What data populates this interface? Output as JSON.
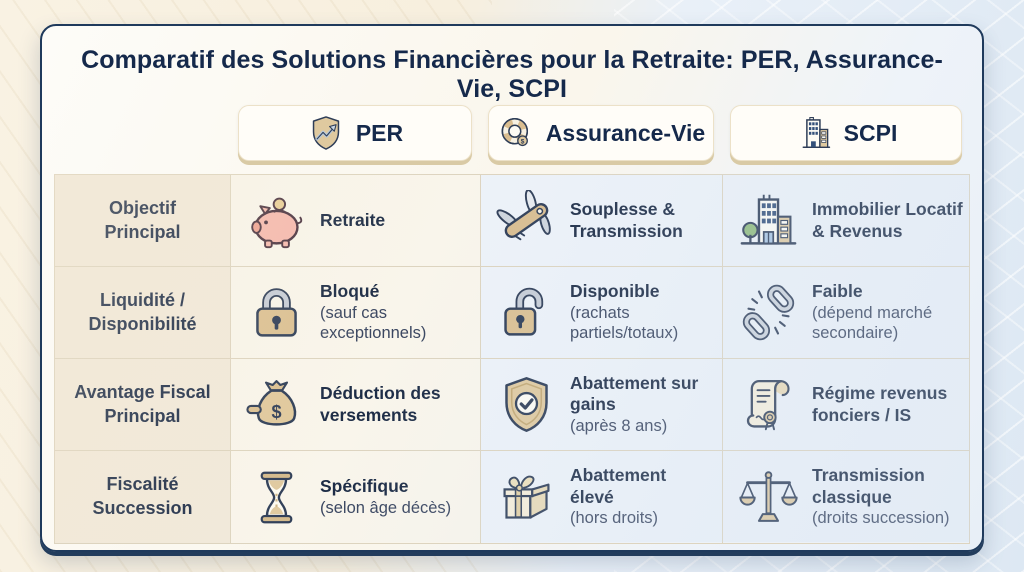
{
  "title": "Comparatif des Solutions Financières pour la Retraite: PER, Assurance-Vie, SCPI",
  "columns": [
    {
      "label": "PER",
      "icon": "shield-growth-icon"
    },
    {
      "label": "Assurance-Vie",
      "icon": "lifebuoy-icon"
    },
    {
      "label": "SCPI",
      "icon": "building-icon"
    }
  ],
  "table": {
    "rows": [
      {
        "label": "Objectif\nPrincipal",
        "cells": [
          {
            "icon": "piggy-bank-icon",
            "title": "Retraite",
            "subtitle": ""
          },
          {
            "icon": "swiss-army-knife-icon",
            "title": "Souplesse &\nTransmission",
            "subtitle": ""
          },
          {
            "icon": "buildings-tree-icon",
            "title": "Immobilier Locatif\n& Revenus",
            "subtitle": ""
          }
        ]
      },
      {
        "label": "Liquidité /\nDisponibilité",
        "cells": [
          {
            "icon": "padlock-closed-icon",
            "title": "Bloqué",
            "subtitle": "(sauf cas\nexceptionnels)"
          },
          {
            "icon": "padlock-open-icon",
            "title": "Disponible",
            "subtitle": "(rachats\npartiels/totaux)"
          },
          {
            "icon": "broken-chain-icon",
            "title": "Faible",
            "subtitle": "(dépend marché\nsecondaire)"
          }
        ]
      },
      {
        "label": "Avantage Fiscal\nPrincipal",
        "cells": [
          {
            "icon": "money-bag-icon",
            "title": "Déduction des\nversements",
            "subtitle": ""
          },
          {
            "icon": "shield-check-icon",
            "title": "Abattement sur\ngains",
            "subtitle": "(après 8 ans)"
          },
          {
            "icon": "scroll-seal-icon",
            "title": "Régime revenus\nfonciers / IS",
            "subtitle": ""
          }
        ]
      },
      {
        "label": "Fiscalité\nSuccession",
        "cells": [
          {
            "icon": "hourglass-icon",
            "title": "Spécifique",
            "subtitle": "(selon âge décès)"
          },
          {
            "icon": "gift-box-icon",
            "title": "Abattement\nélevé",
            "subtitle": "(hors droits)"
          },
          {
            "icon": "scales-icon",
            "title": "Transmission\nclassique",
            "subtitle": "(droits succession)"
          }
        ]
      }
    ]
  },
  "colors": {
    "title_navy": "#15294b",
    "card_border": "#1f3a5c",
    "tan_accent": "#d9bd90",
    "label_cell_bg": "#f1e9da",
    "per_col_bg": "#f9f5eb",
    "av_col_bg": "#edf2f8",
    "scpi_col_bg": "#ecf1f7",
    "header_box_shadow": "#d9caa5"
  }
}
